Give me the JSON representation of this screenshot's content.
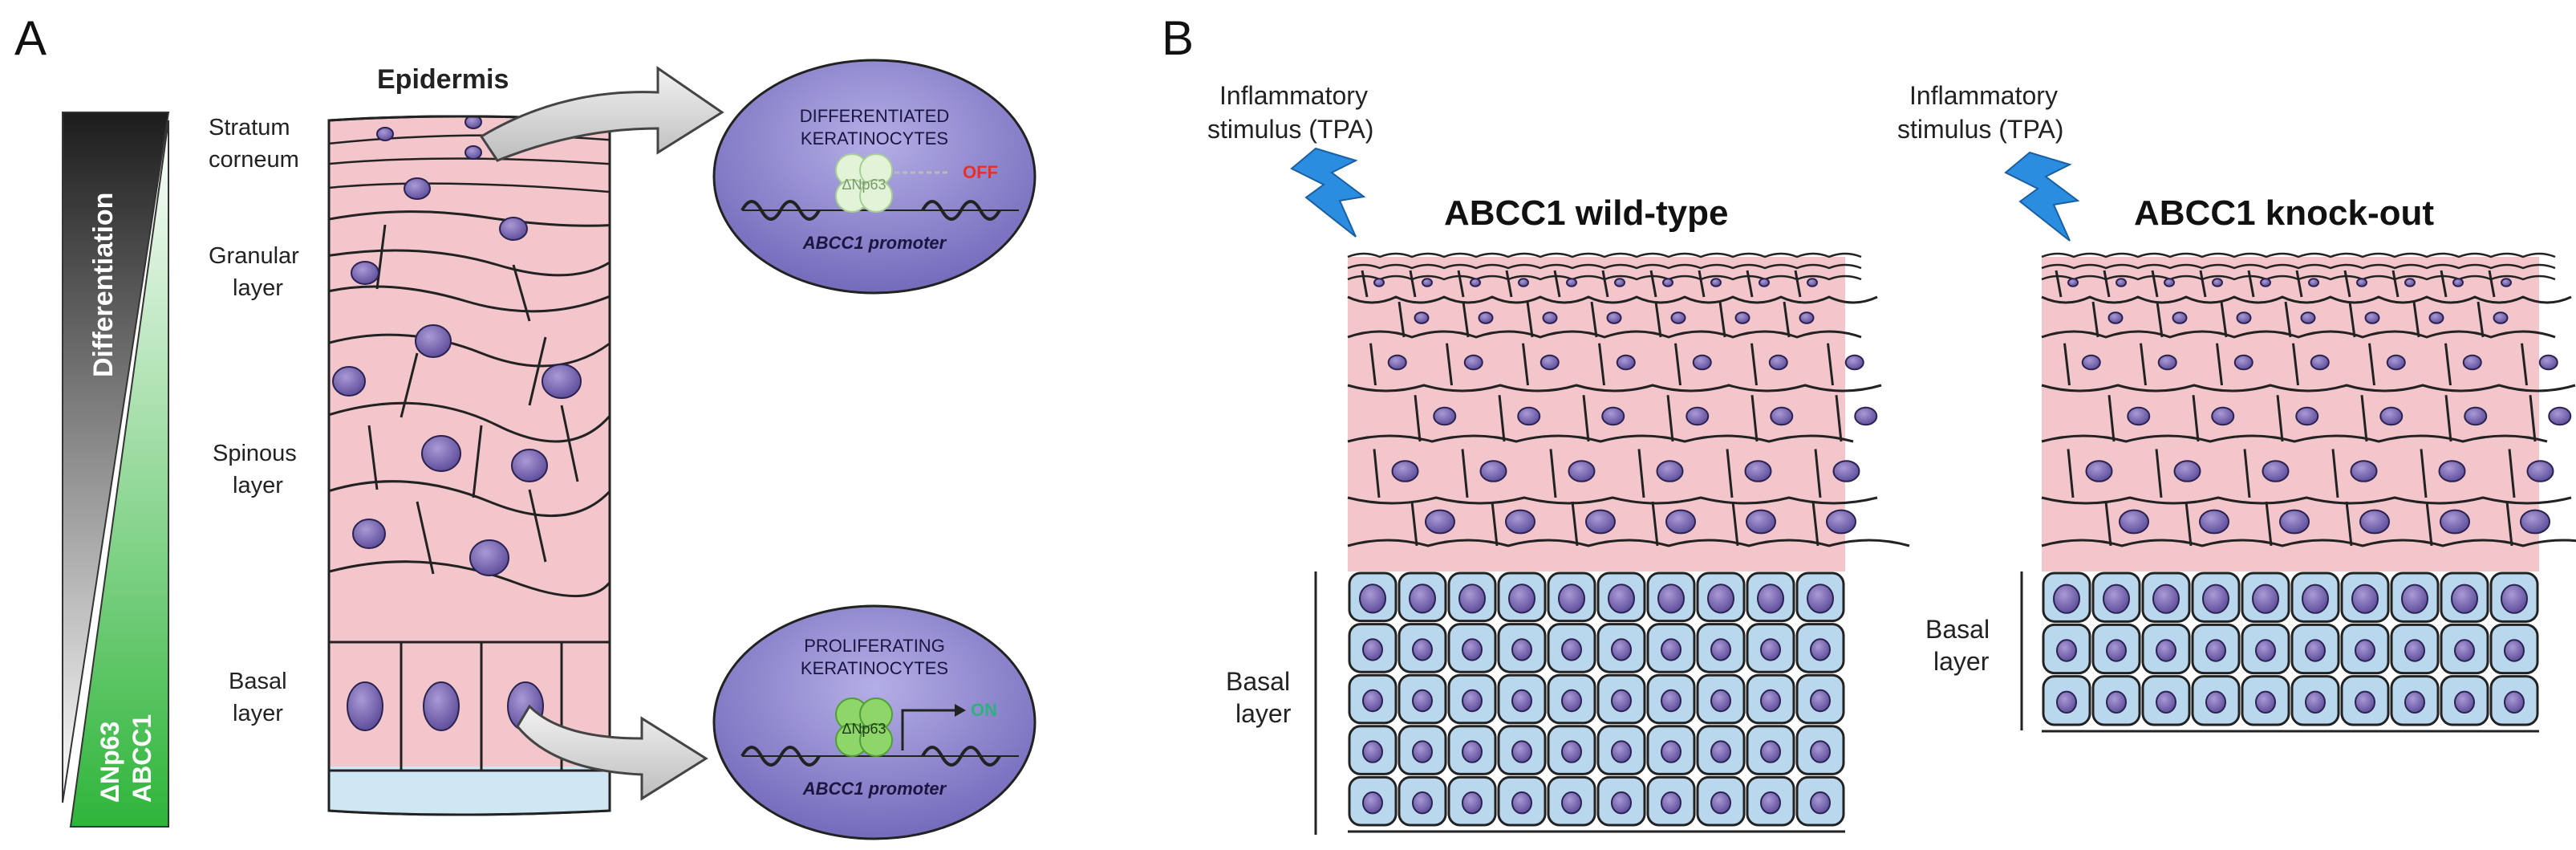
{
  "panel_a": {
    "letter": "A",
    "epidermis_title": "Epidermis",
    "gradient_labels": {
      "top": "Differentiation",
      "bottom_line1": "ΔNp63",
      "bottom_line2": "ABCC1"
    },
    "layers": {
      "stratum_corneum": [
        "Stratum",
        "corneum"
      ],
      "granular": [
        "Granular",
        "layer"
      ],
      "spinous": [
        "Spinous",
        "layer"
      ],
      "basal": [
        "Basal",
        "layer"
      ]
    },
    "differentiated_box": {
      "title_line1": "DIFFERENTIATED",
      "title_line2": "KERATINOCYTES",
      "protein": "ΔNp63",
      "state": "OFF",
      "promoter": "ABCC1 promoter"
    },
    "proliferating_box": {
      "title_line1": "PROLIFERATING",
      "title_line2": "KERATINOCYTES",
      "protein": "ΔNp63",
      "state": "ON",
      "promoter": "ABCC1 promoter"
    }
  },
  "panel_b": {
    "letter": "B",
    "stimulus_line1": "Inflammatory",
    "stimulus_line2": "stimulus (TPA)",
    "wild_type_title": "ABCC1 wild-type",
    "knock_out_title": "ABCC1 knock-out",
    "basal_line1": "Basal",
    "basal_line2": "layer"
  },
  "colors": {
    "suprabasal_pink": "#f3c6cc",
    "basal_blue": "#b9d8ee",
    "nucleus_purple": "#7b6bb0",
    "bubble_purple": "#8b7fc8",
    "dnp63_green": "#9fe07a",
    "gradient_green": "#2fb53a",
    "gradient_black": "#1c1c1c",
    "off_red": "#e8302b",
    "on_green": "#2fb080",
    "lightning_blue": "#2a8de0"
  }
}
